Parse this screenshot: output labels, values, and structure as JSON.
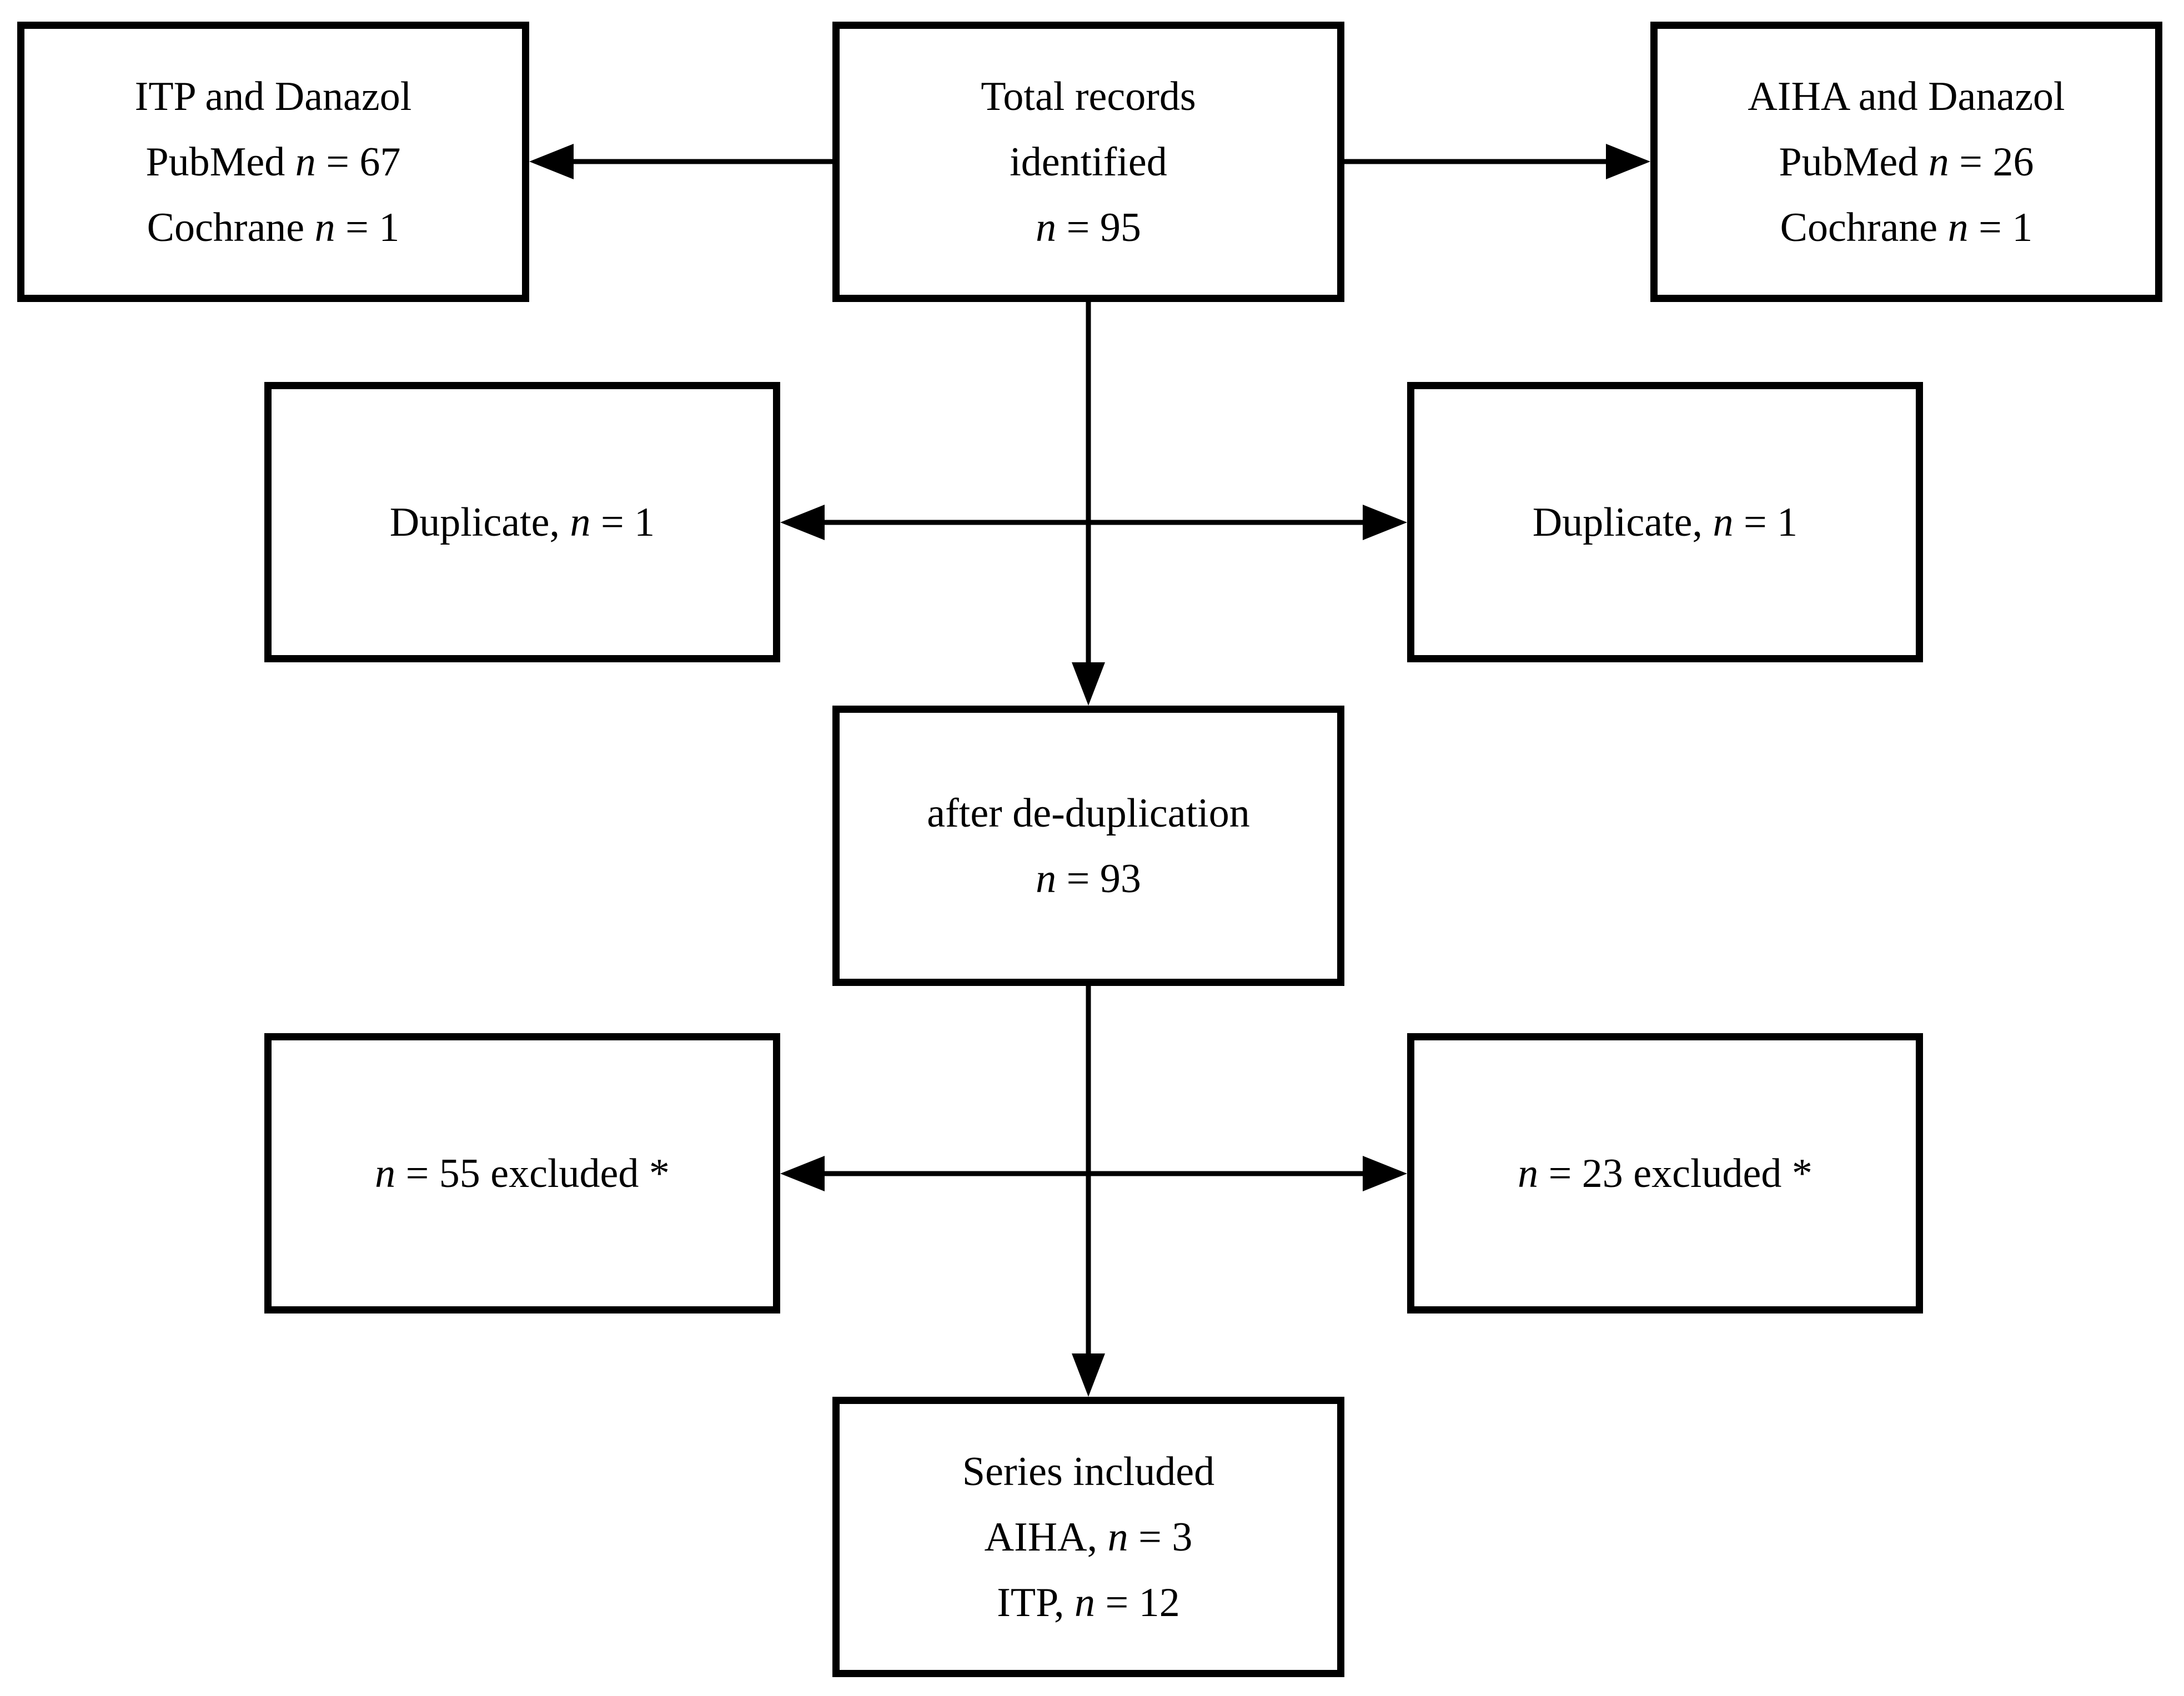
{
  "figure": {
    "kind": "study-selection-flowchart",
    "background_color": "#ffffff",
    "line_color": "#000000",
    "box_border_color": "#000000"
  },
  "boxes": {
    "itp_search": {
      "lines": [
        {
          "text": "ITP and Danazol",
          "pre": "ITP and Danazol",
          "n": "",
          "post": ""
        },
        {
          "text": "PubMed n = 67",
          "pre": "PubMed ",
          "n": "n",
          "post": " = 67"
        },
        {
          "text": "Cochrane n = 1",
          "pre": "Cochrane ",
          "n": "n",
          "post": " = 1"
        }
      ]
    },
    "total_records": {
      "lines": [
        {
          "text": "Total records",
          "pre": "Total records",
          "n": "",
          "post": ""
        },
        {
          "text": "identified",
          "pre": "identified",
          "n": "",
          "post": ""
        },
        {
          "text": "n = 95",
          "pre": "",
          "n": "n",
          "post": " = 95"
        }
      ]
    },
    "aiha_search": {
      "lines": [
        {
          "text": "AIHA and Danazol",
          "pre": "AIHA and Danazol",
          "n": "",
          "post": ""
        },
        {
          "text": "PubMed n = 26",
          "pre": "PubMed ",
          "n": "n",
          "post": " = 26"
        },
        {
          "text": "Cochrane n = 1",
          "pre": "Cochrane ",
          "n": "n",
          "post": " = 1"
        }
      ]
    },
    "duplicate_left": {
      "lines": [
        {
          "text": "Duplicate, n = 1",
          "pre": "Duplicate, ",
          "n": "n",
          "post": " = 1"
        }
      ]
    },
    "duplicate_right": {
      "lines": [
        {
          "text": "Duplicate, n = 1",
          "pre": "Duplicate, ",
          "n": "n",
          "post": " = 1"
        }
      ]
    },
    "after_dedup": {
      "lines": [
        {
          "text": "after de-duplication",
          "pre": "after de-duplication",
          "n": "",
          "post": ""
        },
        {
          "text": "n = 93",
          "pre": "",
          "n": "n",
          "post": " = 93"
        }
      ]
    },
    "excluded_left": {
      "lines": [
        {
          "text": "n = 55 excluded *",
          "pre": "",
          "n": "n",
          "post": " = 55 excluded *"
        }
      ]
    },
    "excluded_right": {
      "lines": [
        {
          "text": "n = 23 excluded *",
          "pre": "",
          "n": "n",
          "post": " = 23 excluded *"
        }
      ]
    },
    "series_included": {
      "lines": [
        {
          "text": "Series included",
          "pre": "Series included",
          "n": "",
          "post": ""
        },
        {
          "text": "AIHA, n = 3",
          "pre": "AIHA, ",
          "n": "n",
          "post": " = 3"
        },
        {
          "text": "ITP, n = 12",
          "pre": "ITP, ",
          "n": "n",
          "post": " = 12"
        }
      ]
    }
  }
}
